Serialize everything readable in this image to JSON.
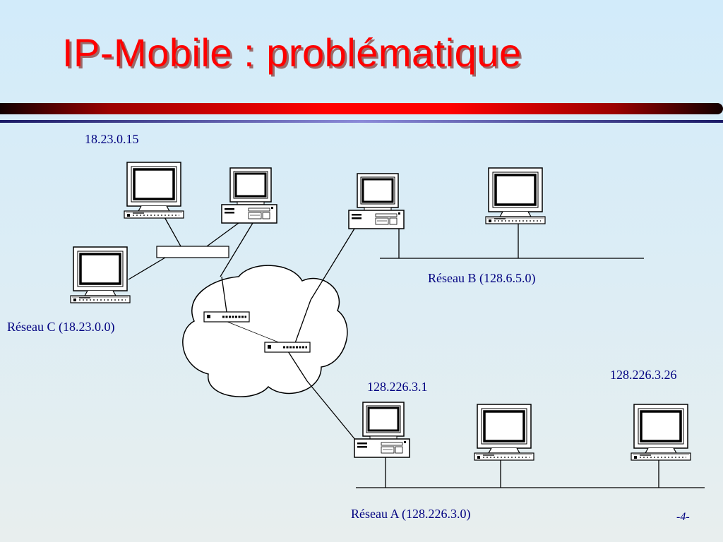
{
  "slide": {
    "title": "IP-Mobile : problématique",
    "page_number": "-4-"
  },
  "labels": {
    "ip_top": "18.23.0.15",
    "network_b": "Réseau B (128.6.5.0)",
    "network_c": "Réseau C (18.23.0.0)",
    "ip_a1": "128.226.3.1",
    "ip_a26": "128.226.3.26",
    "network_a": "Réseau A (128.226.3.0)"
  },
  "colors": {
    "title": "#ff0000",
    "label": "#000080"
  },
  "icons": [
    "monitor-workstation-icon",
    "desktop-pc-icon",
    "router-icon",
    "hub-icon",
    "internet-cloud-icon"
  ]
}
